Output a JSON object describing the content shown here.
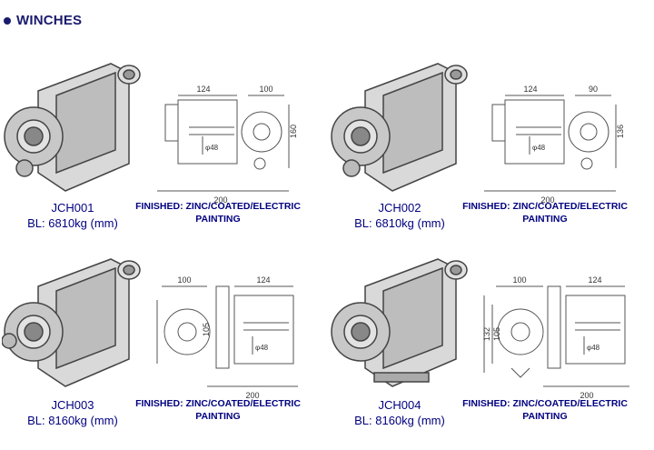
{
  "title": "WINCHES",
  "products": [
    {
      "code": "JCH001",
      "bl": "BL: 6810kg (mm)",
      "finish_line1": "FINISHED: ZINC/COATED/ELECTRIC",
      "finish_line2": "PAINTING",
      "dims": {
        "top_left": "124",
        "top_right": "100",
        "bottom": "200",
        "height": "160",
        "phi": "φ48"
      }
    },
    {
      "code": "JCH002",
      "bl": "BL: 6810kg (mm)",
      "finish_line1": "FINISHED: ZINC/COATED/ELECTRIC",
      "finish_line2": "PAINTING",
      "dims": {
        "top_left": "124",
        "top_right": "90",
        "bottom": "200",
        "height": "136",
        "phi": "φ48"
      }
    },
    {
      "code": "JCH003",
      "bl": "BL: 8160kg (mm)",
      "finish_line1": "FINISHED: ZINC/COATED/ELECTRIC",
      "finish_line2": "PAINTING",
      "dims": {
        "top_left": "100",
        "top_right": "124",
        "bottom": "200",
        "height": "105",
        "phi": "φ48"
      }
    },
    {
      "code": "JCH004",
      "bl": "BL: 8160kg (mm)",
      "finish_line1": "FINISHED: ZINC/COATED/ELECTRIC",
      "finish_line2": "PAINTING",
      "dims": {
        "top_left": "100",
        "top_right": "124",
        "bottom": "200",
        "height": "105",
        "height2": "132",
        "phi": "φ48"
      }
    }
  ]
}
